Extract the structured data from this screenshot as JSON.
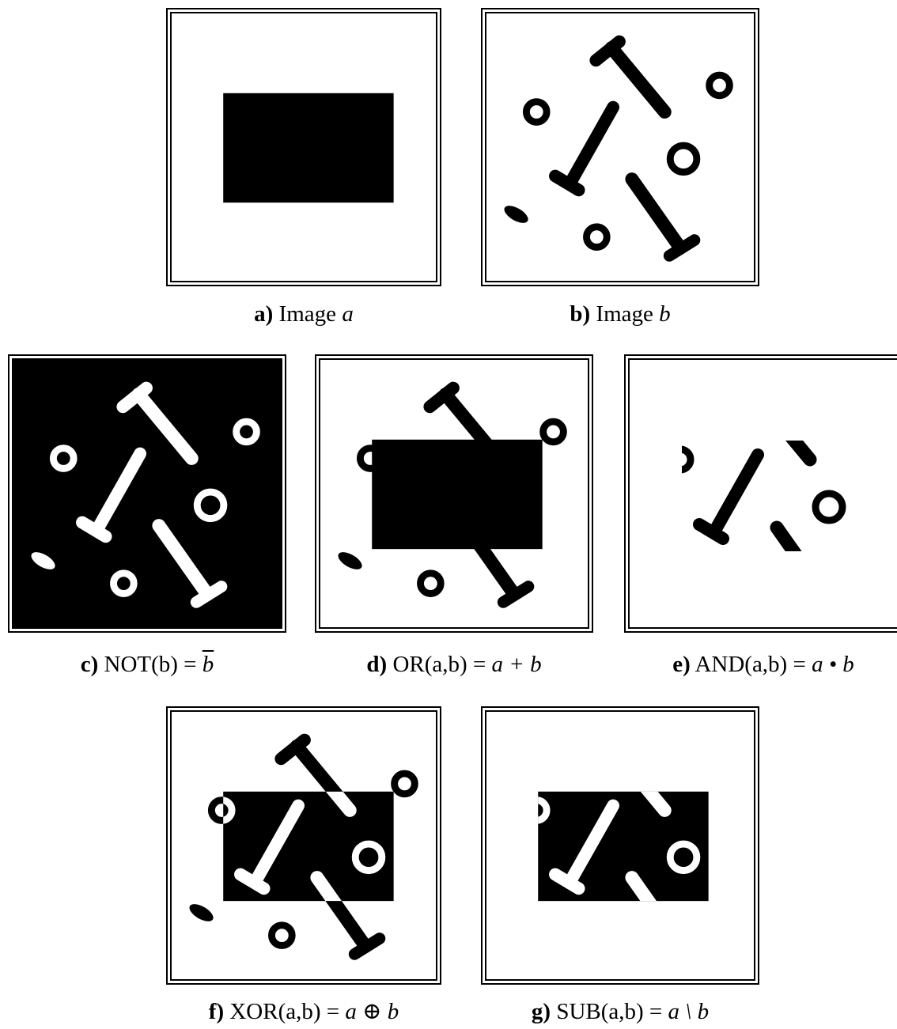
{
  "panels": [
    {
      "id": "a",
      "letter": "a)",
      "op": "Image",
      "formula": "a"
    },
    {
      "id": "b",
      "letter": "b)",
      "op": "Image",
      "formula": "b"
    },
    {
      "id": "c",
      "letter": "c)",
      "op": "NOT(b) =",
      "formula": "b"
    },
    {
      "id": "d",
      "letter": "d)",
      "op": "OR(a,b) =",
      "formula": "a + b"
    },
    {
      "id": "e",
      "letter": "e)",
      "op": "AND(a,b) =",
      "formula": "a • b"
    },
    {
      "id": "f",
      "letter": "f)",
      "op": "XOR(a,b) =",
      "formula": "a ⊕ b"
    },
    {
      "id": "g",
      "letter": "g)",
      "op": "SUB(a,b) =",
      "formula": "a \\ b"
    }
  ],
  "colors": {
    "foreground": "#000000",
    "background": "#ffffff"
  }
}
